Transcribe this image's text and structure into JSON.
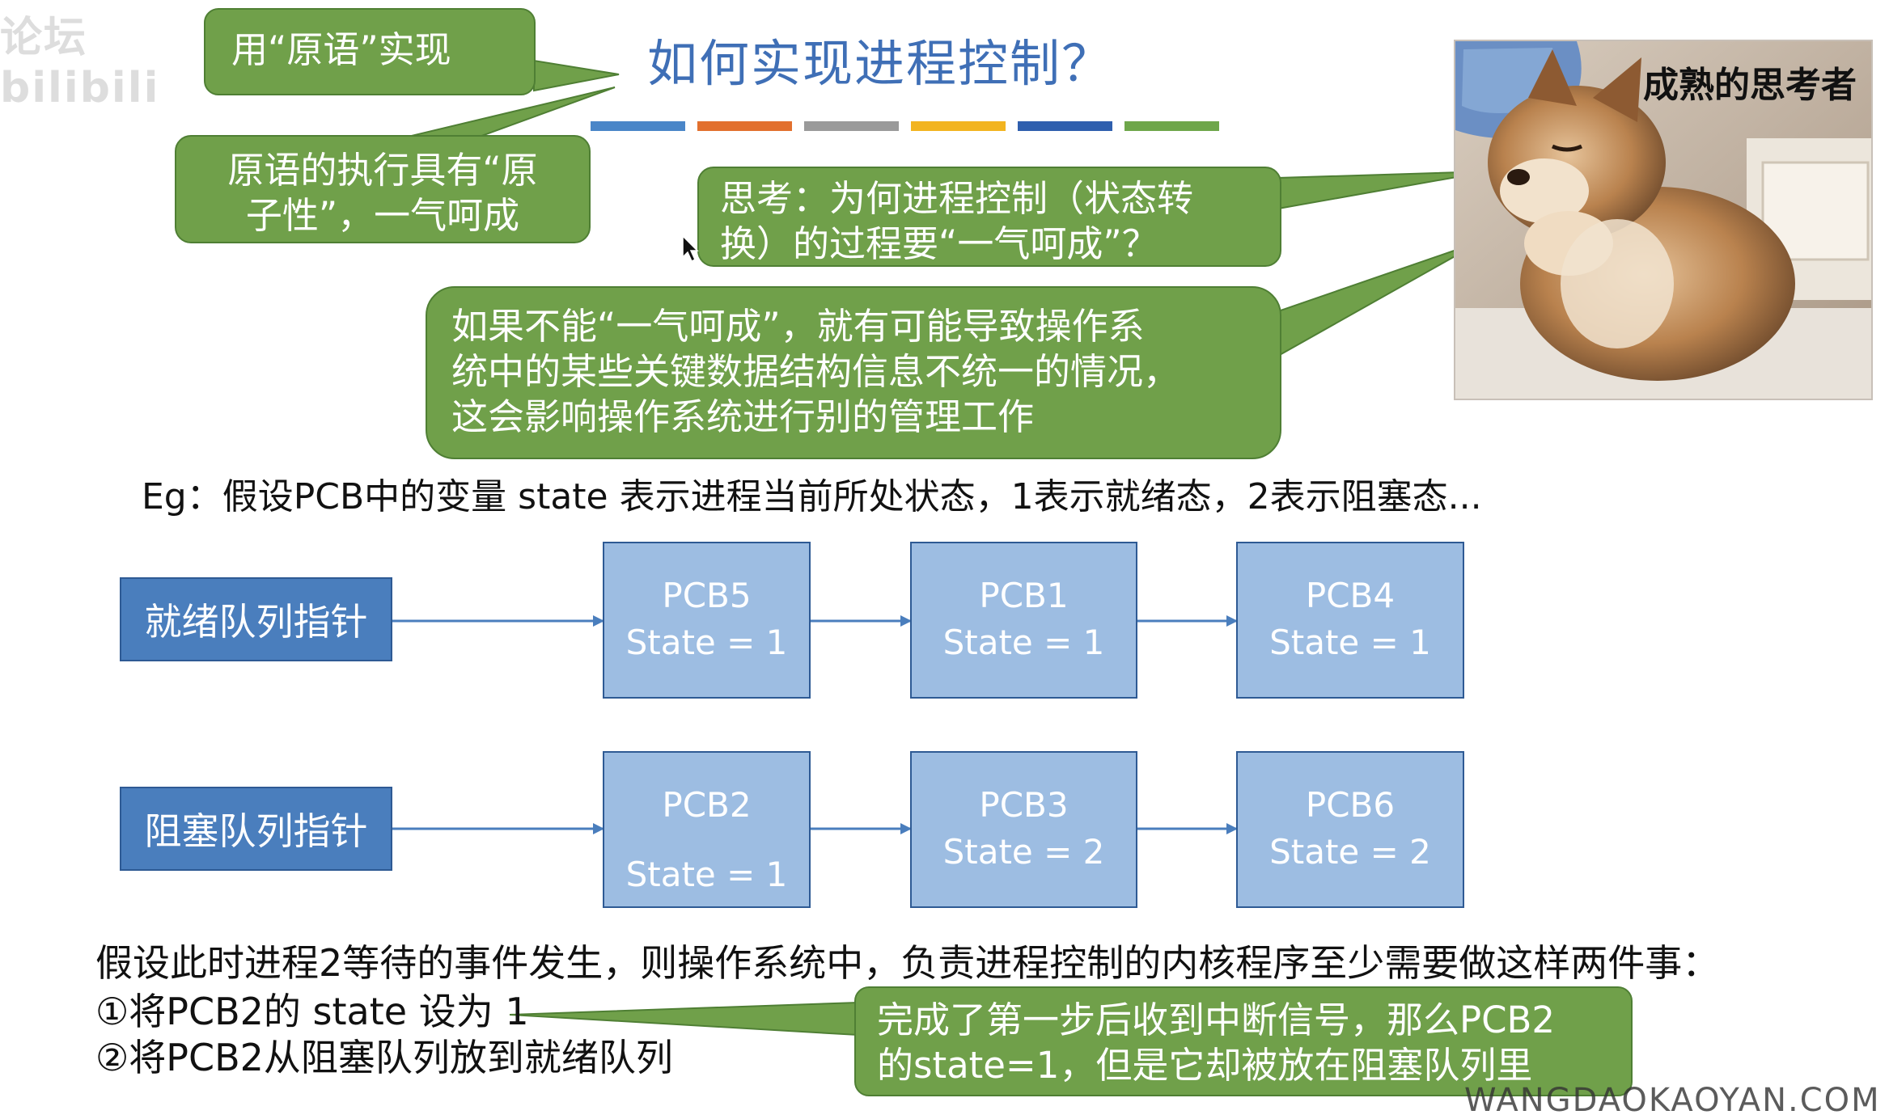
{
  "watermark": "论坛 bilibili",
  "title": "如何实现进程控制？",
  "color_bars": [
    "#4a86c8",
    "#e2702e",
    "#9a9a9a",
    "#f2b420",
    "#2f5fae",
    "#6ea64a"
  ],
  "bubbles": {
    "primitive": "用“原语”实现",
    "atomic_line1": "原语的执行具有“原",
    "atomic_line2": "子性”，一气呵成",
    "think_line1": "思考：为何进程控制（状态转",
    "think_line2": "换）的过程要“一气呵成”？",
    "explain_line1": "如果不能“一气呵成”，就有可能导致操作系",
    "explain_line2": "统中的某些关键数据结构信息不统一的情况，",
    "explain_line3": "这会影响操作系统进行别的管理工作",
    "interrupt_line1": "完成了第一步后收到中断信号，那么PCB2",
    "interrupt_line2": "的state=1，但是它却被放在阻塞队列里"
  },
  "photo_caption": "成熟的思考者",
  "eg": "Eg：假设PCB中的变量 state 表示进程当前所处状态，1表示就绪态，2表示阻塞态...",
  "ready_queue": {
    "label": "就绪队列指针",
    "pcbs": [
      {
        "name": "PCB5",
        "state": "State = 1"
      },
      {
        "name": "PCB1",
        "state": "State = 1"
      },
      {
        "name": "PCB4",
        "state": "State = 1"
      }
    ]
  },
  "blocked_queue": {
    "label": "阻塞队列指针",
    "pcbs": [
      {
        "name": "PCB2",
        "state": "State = 1"
      },
      {
        "name": "PCB3",
        "state": "State = 2"
      },
      {
        "name": "PCB6",
        "state": "State = 2"
      }
    ]
  },
  "bottom": {
    "line1": "假设此时进程2等待的事件发生，则操作系统中，负责进程控制的内核程序至少需要做这样两件事：",
    "step1": "①将PCB2的 state 设为 1",
    "step2": "②将PCB2从阻塞队列放到就绪队列"
  },
  "footer": "WANGDAOKAOYAN.COM"
}
